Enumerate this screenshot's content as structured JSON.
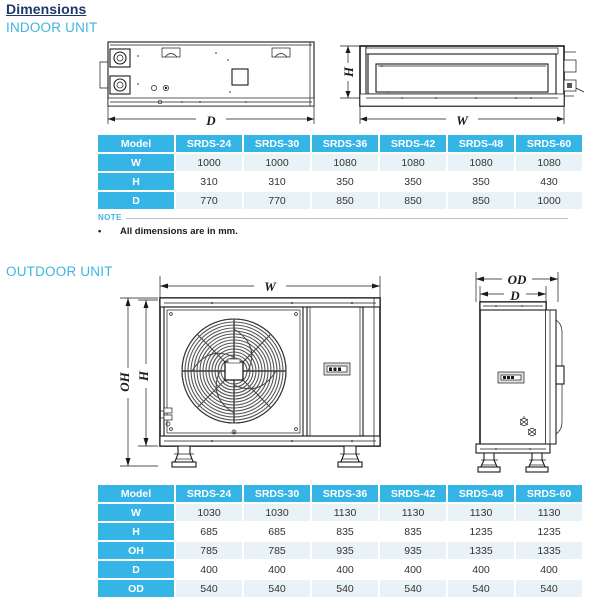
{
  "document": {
    "title": "Dimensions"
  },
  "indoor": {
    "section_title": "INDOOR UNIT",
    "drawings": {
      "plan_label": "D",
      "front_height_label": "H",
      "front_width_label": "W"
    },
    "table": {
      "model_header": "Model",
      "columns": [
        "SRDS-24",
        "SRDS-30",
        "SRDS-36",
        "SRDS-42",
        "SRDS-48",
        "SRDS-60"
      ],
      "rows": [
        {
          "label": "W",
          "values": [
            "1000",
            "1000",
            "1080",
            "1080",
            "1080",
            "1080"
          ]
        },
        {
          "label": "H",
          "values": [
            "310",
            "310",
            "350",
            "350",
            "350",
            "430"
          ]
        },
        {
          "label": "D",
          "values": [
            "770",
            "770",
            "850",
            "850",
            "850",
            "1000"
          ]
        }
      ]
    },
    "note": {
      "label": "NOTE",
      "bullet": "•",
      "items": [
        "All dimensions are in mm."
      ]
    }
  },
  "outdoor": {
    "section_title": "OUTDOOR UNIT",
    "drawings": {
      "front_width_label": "W",
      "front_overall_height_label": "OH",
      "front_height_label": "H",
      "side_overall_depth_label": "OD",
      "side_depth_label": "D"
    },
    "table": {
      "model_header": "Model",
      "columns": [
        "SRDS-24",
        "SRDS-30",
        "SRDS-36",
        "SRDS-42",
        "SRDS-48",
        "SRDS-60"
      ],
      "rows": [
        {
          "label": "W",
          "values": [
            "1030",
            "1030",
            "1130",
            "1130",
            "1130",
            "1130"
          ]
        },
        {
          "label": "H",
          "values": [
            "685",
            "685",
            "835",
            "835",
            "1235",
            "1235"
          ]
        },
        {
          "label": "OH",
          "values": [
            "785",
            "785",
            "935",
            "935",
            "1335",
            "1335"
          ]
        },
        {
          "label": "D",
          "values": [
            "400",
            "400",
            "400",
            "400",
            "400",
            "400"
          ]
        },
        {
          "label": "OD",
          "values": [
            "540",
            "540",
            "540",
            "540",
            "540",
            "540"
          ]
        }
      ]
    }
  },
  "colors": {
    "heading_navy": "#1b3a6b",
    "accent_cyan": "#3fb5e0",
    "table_header": "#35b5e6",
    "row_tint": "#e9f2f7",
    "row_white": "#ffffff",
    "line": "#1a1a1a"
  }
}
